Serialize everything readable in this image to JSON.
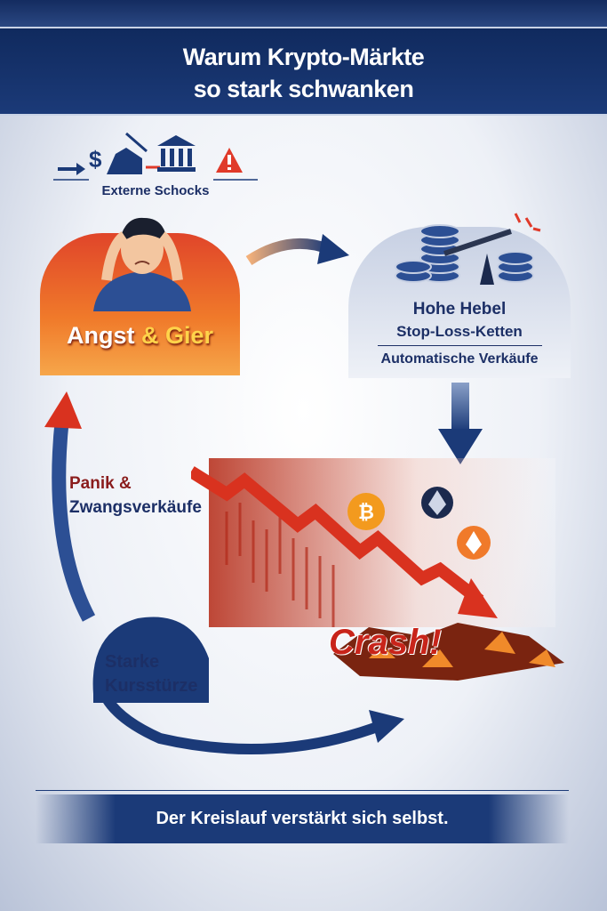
{
  "title": {
    "line1": "Warum Krypto-Märkte",
    "line2": "so stark schwanken"
  },
  "external": {
    "label": "Externe Schocks"
  },
  "emotion": {
    "part1": "Angst ",
    "part2": "& Gier"
  },
  "leverage": {
    "line1": "Hohe Hebel",
    "line2": "Stop-Loss-Ketten",
    "line3": "Automatische Verkäufe"
  },
  "panic": {
    "line1": "Panik &",
    "line2": "Zwangsverkäufe"
  },
  "drop": {
    "line1": "Starke",
    "line2": "Kursstürze"
  },
  "crash": {
    "label": "Crash!"
  },
  "footer": {
    "text": "Der Kreislauf verstärkt sich selbst."
  },
  "colors": {
    "navy": "#1b3a78",
    "orange": "#f07a2a",
    "red": "#d9321f"
  }
}
